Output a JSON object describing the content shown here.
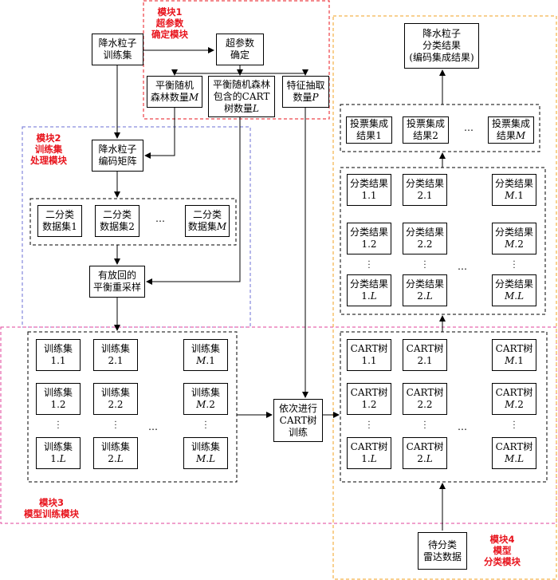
{
  "nodes": {
    "training_set": [
      "降水粒子",
      "训练集"
    ],
    "hyperparams": [
      "超参数",
      "确定"
    ],
    "num_forests": [
      "平衡随机",
      "森林数量"
    ],
    "num_forests_var": "M",
    "num_trees": [
      "平衡随机森林",
      "包含的CART",
      "树数量"
    ],
    "num_trees_var": "L",
    "num_features": [
      "特征抽取",
      "数量"
    ],
    "num_features_var": "P",
    "encoding_matrix": [
      "降水粒子",
      "编码矩阵"
    ],
    "binary_prefix": "二分类",
    "binary_suffix": "数据集",
    "resampling": [
      "有放回的",
      "平衡重采样"
    ],
    "train_prefix": "训练集",
    "seq_train": [
      "依次进行",
      "CART树",
      "训练"
    ],
    "cart_prefix": "CART树",
    "result_prefix": "分类结果",
    "vote_prefix": "投票集成",
    "vote_suffix": "结果",
    "final_result": [
      "降水粒子",
      "分类结果",
      "(编码集成结果)"
    ],
    "pending_data": [
      "待分类",
      "雷达数据"
    ]
  },
  "modules": {
    "m1": [
      "模块1",
      "超参数",
      "确定模块"
    ],
    "m2": [
      "模块2",
      "训练集",
      "处理模块"
    ],
    "m3": [
      "模块3",
      "模型训练模块"
    ],
    "m4": [
      "模块4",
      "模型",
      "分类模块"
    ]
  },
  "ellipsis": "…",
  "vellipsis": "⋮",
  "colors": {
    "module1": "#e8141d",
    "module2": "#6b6fd6",
    "module3": "#e0409a",
    "module4": "#f0a020",
    "label": "#e8141d"
  }
}
